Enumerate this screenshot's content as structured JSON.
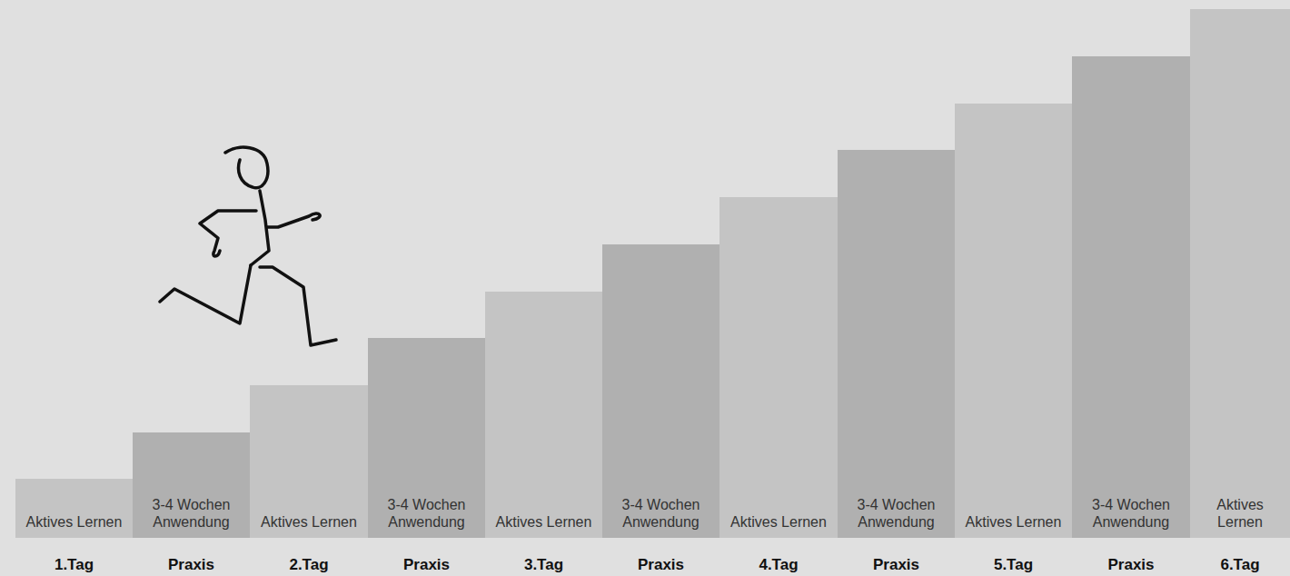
{
  "diagram": {
    "nodes": [
      {
        "text": [
          "Aktives Lernen",
          "1.Tag"
        ]
      },
      {
        "text": [
          "3-4 Wochen Anwendung",
          "Praxis"
        ]
      },
      {
        "text": [
          "Aktives Lernen",
          "2.Tag"
        ]
      },
      {
        "text": [
          "3-4 Wochen Anwendung",
          "Praxis"
        ]
      },
      {
        "text": [
          "Aktives Lernen",
          "3.Tag"
        ]
      },
      {
        "text": [
          "3-4 Wochen Anwendung",
          "Praxis"
        ]
      },
      {
        "text": [
          "Aktives Lernen",
          "4.Tag"
        ]
      },
      {
        "text": [
          "3-4 Wochen Anwendung",
          "Praxis"
        ]
      },
      {
        "text": [
          "Aktives Lernen",
          "5.Tag"
        ]
      },
      {
        "text": [
          "3-4 Wochen Anwendung",
          "Praxis"
        ]
      },
      {
        "text": [
          "Aktives Lernen",
          "6.Tag"
        ]
      }
    ]
  }
}
